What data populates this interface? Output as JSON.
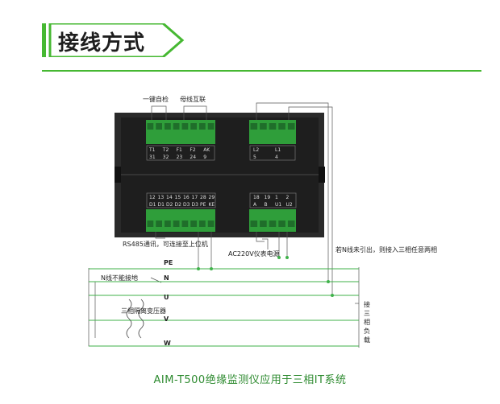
{
  "header": {
    "title": "接线方式"
  },
  "device": {
    "top_left_pins": [
      "T1",
      "T2",
      "F1",
      "F2",
      "AK"
    ],
    "top_left_nums": [
      "31",
      "32",
      "23",
      "24",
      "9"
    ],
    "top_right_pins": [
      "L2",
      "L1"
    ],
    "top_right_nums": [
      "5",
      "4"
    ],
    "bot_left_pins": [
      "12",
      "13",
      "14",
      "15",
      "16",
      "17",
      "28",
      "29"
    ],
    "bot_left_nums": [
      "D1",
      "D1",
      "D2",
      "D2",
      "D3",
      "D3",
      "PE",
      "KE"
    ],
    "bot_right_pins": [
      "18",
      "19",
      "1",
      "2"
    ],
    "bot_right_nums": [
      "A",
      "B",
      "U1",
      "U2"
    ]
  },
  "labels": {
    "self_test": "一键自检",
    "bus_interlink": "母线互联",
    "rs485": "RS485通讯，可连接至上位机",
    "ac_power": "AC220V仪表电源",
    "n_not_grounded": "N线不能接地",
    "n_not_led": "若N线未引出，则接入三相任意两相",
    "transformer": "三相隔离变压器",
    "load": "接三相负载"
  },
  "wires": {
    "pe": "PE",
    "n": "N",
    "u": "U",
    "v": "V",
    "w": "W"
  },
  "caption": "AIM-T500绝缘监测仪应用于三相IT系统",
  "colors": {
    "accent": "#46b832",
    "terminal": "#2f9e3a",
    "device": "#262626"
  }
}
